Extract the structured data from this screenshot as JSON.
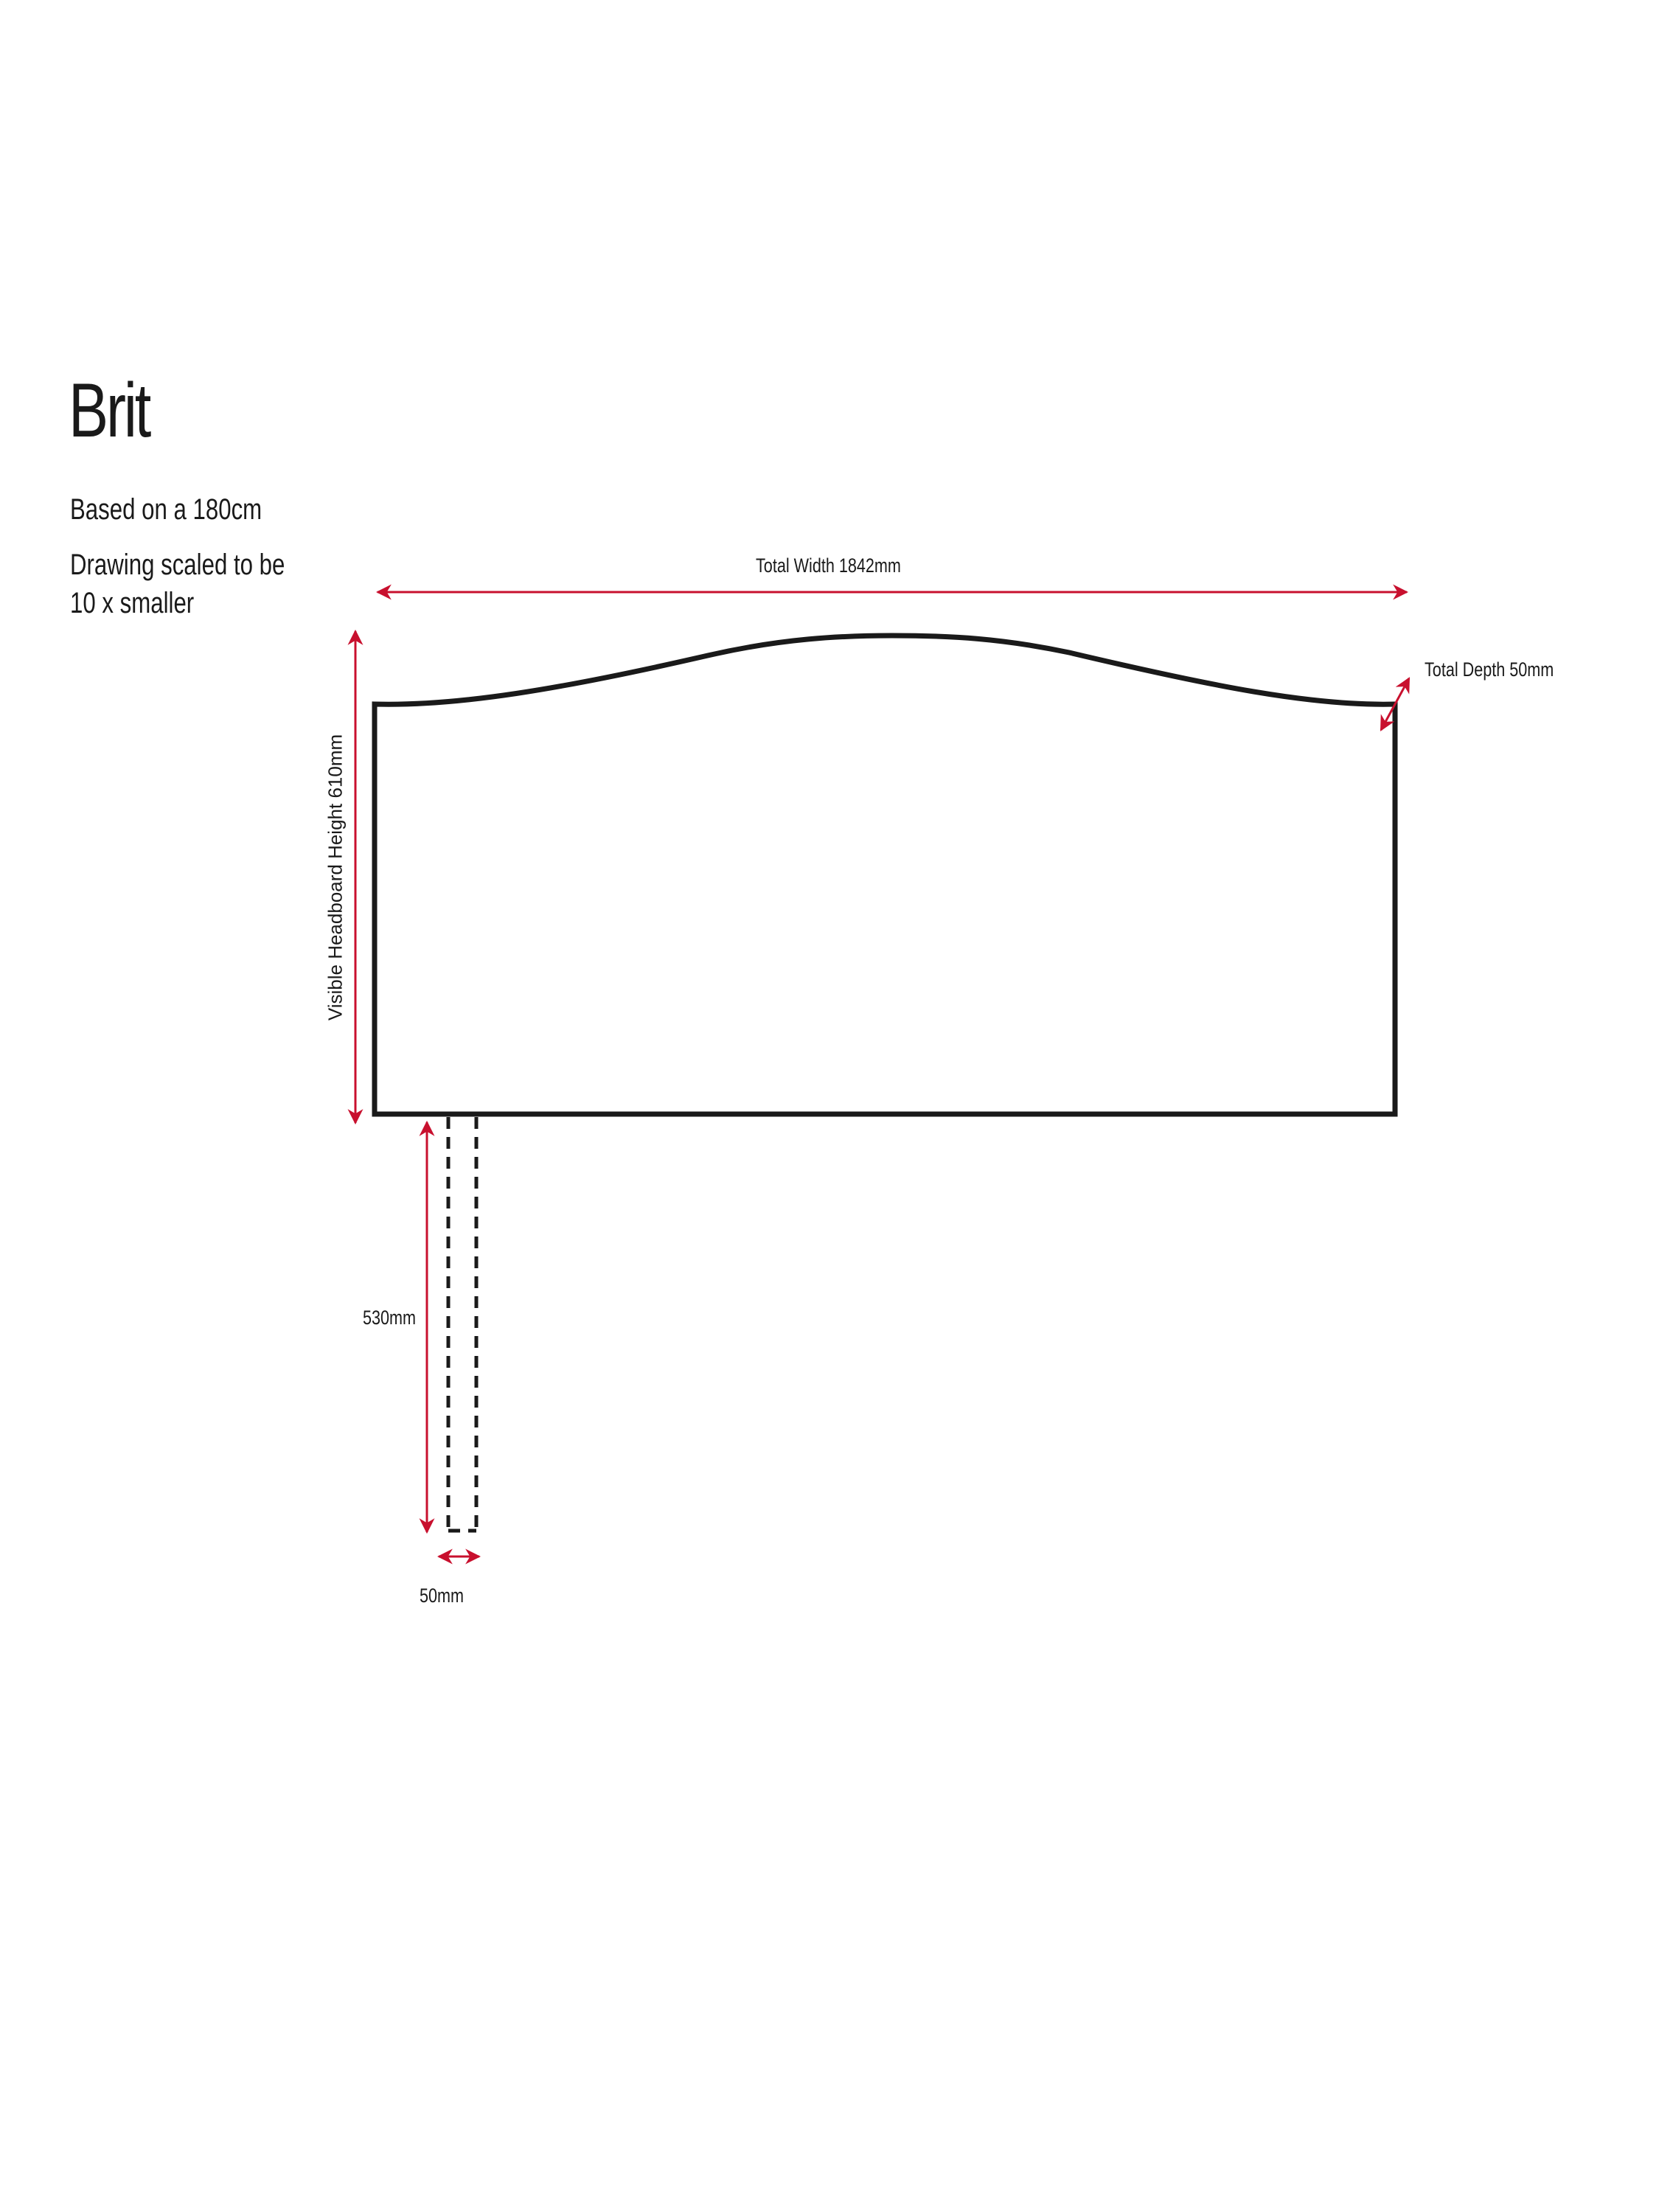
{
  "header": {
    "title": "Brit",
    "based_on": "Based on a 180cm",
    "scale_note_line1": "Drawing scaled to be",
    "scale_note_line2": "10 x smaller"
  },
  "dimensions": {
    "total_width": "Total Width 1842mm",
    "total_depth": "Total Depth 50mm",
    "visible_height": "Visible Headboard Height 610mm",
    "leg_height": "530mm",
    "leg_width": "50mm"
  },
  "colors": {
    "outline": "#1a1a1a",
    "dimension_lines": "#c8102e"
  }
}
